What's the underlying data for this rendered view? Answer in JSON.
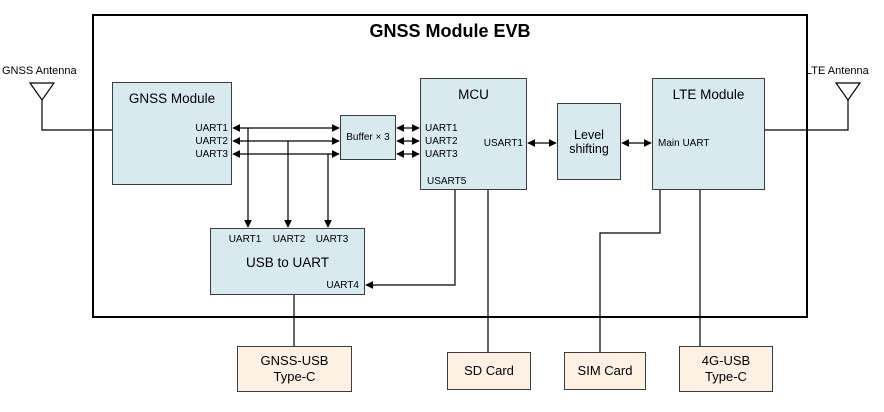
{
  "title": "GNSS Module EVB",
  "antennas": {
    "gnss": "GNSS Antenna",
    "lte": "LTE Antenna"
  },
  "blocks": {
    "gnss_module": {
      "title": "GNSS Module",
      "ports": [
        "UART1",
        "UART2",
        "UART3"
      ]
    },
    "buffer": {
      "label": "Buffer × 3"
    },
    "mcu": {
      "title": "MCU",
      "left_ports": [
        "UART1",
        "UART2",
        "UART3"
      ],
      "right_port": "USART1",
      "bottom_port": "USART5"
    },
    "level_shifting": {
      "label": "Level shifting"
    },
    "lte_module": {
      "title": "LTE Module",
      "port": "Main UART"
    },
    "usb_to_uart": {
      "title": "USB to UART",
      "top_ports": [
        "UART1",
        "UART2",
        "UART3"
      ],
      "right_port": "UART4"
    }
  },
  "external": {
    "gnss_usb": "GNSS-USB Type-C",
    "sd_card": "SD Card",
    "sim_card": "SIM Card",
    "lte_usb": "4G-USB Type-C"
  },
  "colors": {
    "block_fill": "#d8e9f0",
    "external_fill": "#fdf0e4",
    "line": "#000000"
  }
}
